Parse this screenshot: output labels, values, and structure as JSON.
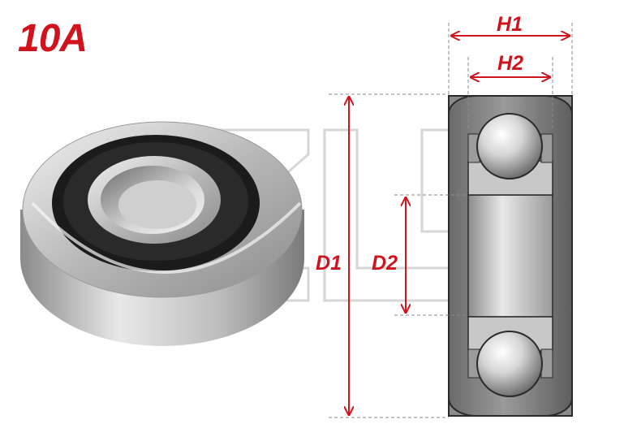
{
  "product": {
    "code": "10A"
  },
  "dimensions": {
    "h1": "H1",
    "h2": "H2",
    "d1": "D1",
    "d2": "D2"
  },
  "watermark": {
    "text": "ZL"
  },
  "colors": {
    "accent": "#d0141e",
    "metal_light": "#e6e6e6",
    "metal_dark": "#6e6e6e",
    "seal": "#1a1a1a",
    "guide": "#909090"
  }
}
